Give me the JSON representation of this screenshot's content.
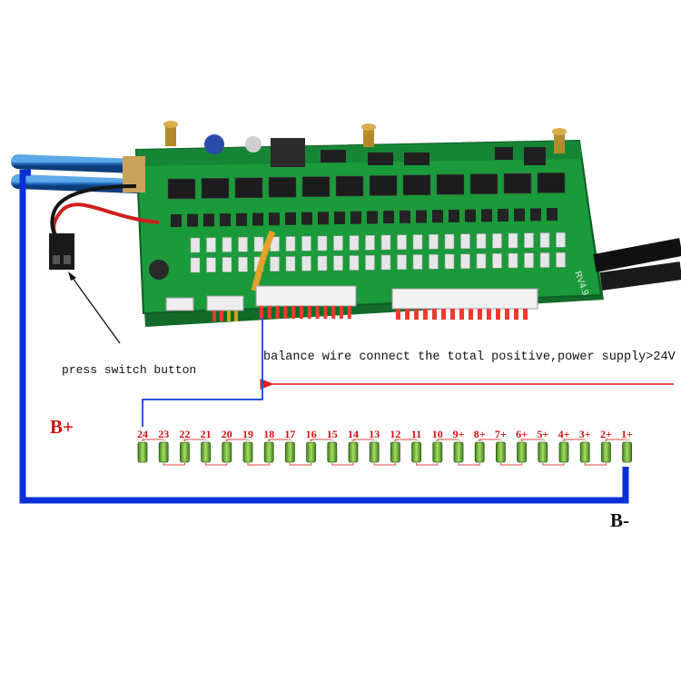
{
  "labels": {
    "press_switch": "press switch button",
    "balance_wire": "balance wire connect the total positive,power supply>24V",
    "b_plus": "B+",
    "b_minus": "B-",
    "board_mark": "RV4.9"
  },
  "cells": [
    "24",
    "23",
    "22",
    "21",
    "20",
    "19",
    "18",
    "17",
    "16",
    "15",
    "14",
    "13",
    "12",
    "11",
    "10",
    "9+",
    "8+",
    "7+",
    "6+",
    "5+",
    "4+",
    "3+",
    "2+",
    "1+"
  ],
  "colors": {
    "pcb": "#1b9a3c",
    "wire_blue": "#0a2fd6",
    "arrow_red": "#e01818",
    "cell_label": "#d41010",
    "cell_body": "#6fbf3a"
  }
}
